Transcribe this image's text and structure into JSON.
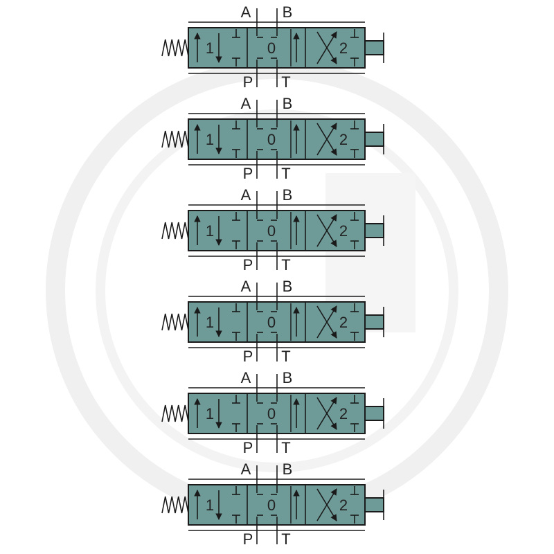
{
  "diagram": {
    "valves": [
      {
        "ports": {
          "a": "A",
          "b": "B",
          "p": "P",
          "t": "T"
        },
        "positions": [
          "1",
          "0",
          "2"
        ]
      },
      {
        "ports": {
          "a": "A",
          "b": "B",
          "p": "P",
          "t": "T"
        },
        "positions": [
          "1",
          "0",
          "2"
        ]
      },
      {
        "ports": {
          "a": "A",
          "b": "B",
          "p": "P",
          "t": "T"
        },
        "positions": [
          "1",
          "0",
          "2"
        ]
      },
      {
        "ports": {
          "a": "A",
          "b": "B",
          "p": "P",
          "t": "T"
        },
        "positions": [
          "1",
          "0",
          "2"
        ]
      },
      {
        "ports": {
          "a": "A",
          "b": "B",
          "p": "P",
          "t": "T"
        },
        "positions": [
          "1",
          "0",
          "2"
        ]
      },
      {
        "ports": {
          "a": "A",
          "b": "B",
          "p": "P",
          "t": "T"
        },
        "positions": [
          "1",
          "0",
          "2"
        ]
      }
    ],
    "colors": {
      "body": "#6e9b98",
      "stroke": "#1a1a1a",
      "watermark": "#f2f2f2"
    },
    "watermark_icon": "ring-watermark-icon"
  }
}
